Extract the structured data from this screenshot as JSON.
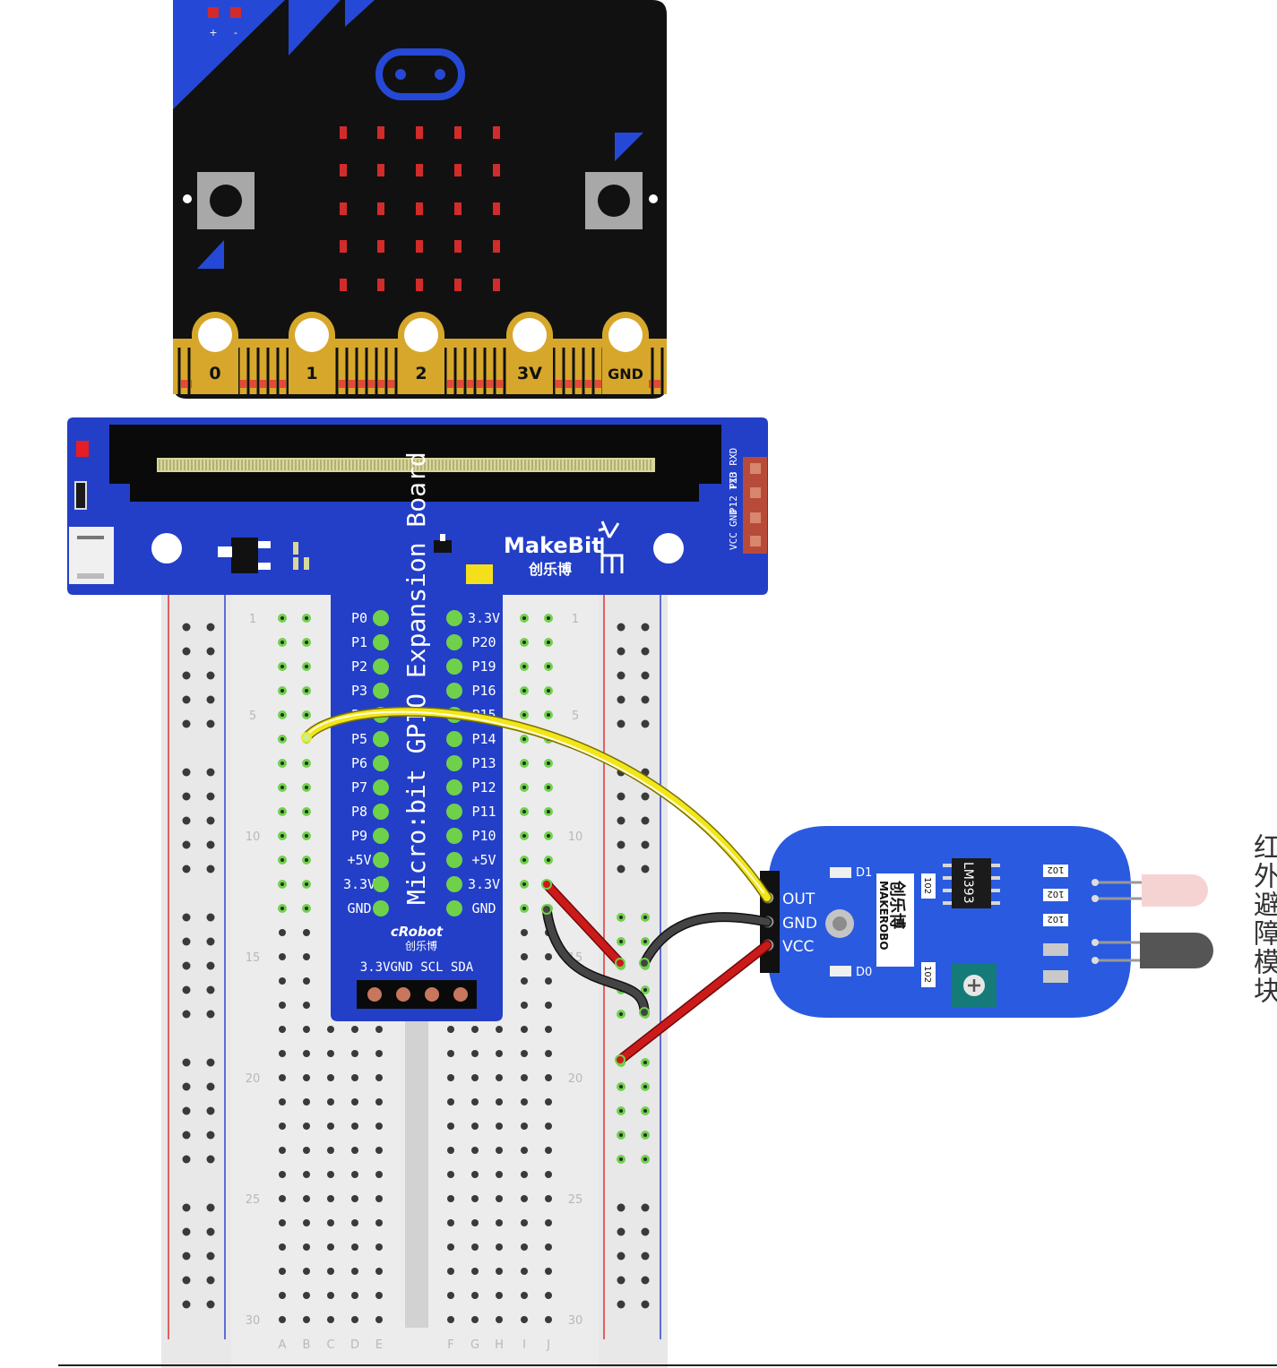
{
  "microbit": {
    "pads": [
      "0",
      "1",
      "2",
      "3V",
      "GND"
    ],
    "battery_plus": "+",
    "battery_minus": "-",
    "colors": {
      "board": "#111111",
      "gold": "#d6a72b",
      "blue": "#2549d6",
      "led": "#d22b2b"
    }
  },
  "expansion": {
    "brand": "MakeBit",
    "brand_cn": "创乐博",
    "title": "Micro:bit GPIO Expansion Board",
    "left_pins": [
      "P0",
      "P1",
      "P2",
      "P3",
      "P4",
      "P5",
      "P6",
      "P7",
      "P8",
      "P9",
      "+5V",
      "3.3V",
      "GND"
    ],
    "right_pins": [
      "3.3V",
      "P20",
      "P19",
      "P16",
      "P15",
      "P14",
      "P13",
      "P12",
      "P11",
      "P10",
      "+5V",
      "3.3V",
      "GND"
    ],
    "header_labels": [
      "P13 RXD",
      "P12 TXD",
      "GND",
      "VCC"
    ],
    "crobot": "cRobot",
    "crobot_cn": "创乐博",
    "i2c_label": "3.3VGND SCL SDA",
    "colors": {
      "board": "#233fc7",
      "pin": "#6fd14a",
      "header": "#b84a3a"
    }
  },
  "breadboard": {
    "row_numbers": [
      "1",
      "5",
      "10",
      "15",
      "20",
      "25",
      "30"
    ],
    "col_letters_left": [
      "A",
      "B",
      "C",
      "D",
      "E"
    ],
    "col_letters_right": [
      "F",
      "G",
      "H",
      "I",
      "J"
    ]
  },
  "sensor": {
    "pins": [
      "OUT",
      "GND",
      "VCC"
    ],
    "chip": "LM393",
    "led_labels": [
      "D1",
      "D0"
    ],
    "resistor_label": "102",
    "brand": "MAKEROBO",
    "brand_cn": "创乐博",
    "colors": {
      "board": "#2a5ae0",
      "wire_signal": "#f2e61a",
      "wire_gnd": "#333333",
      "wire_vcc": "#cc1a1a"
    }
  },
  "side_label": "红外避障模块"
}
